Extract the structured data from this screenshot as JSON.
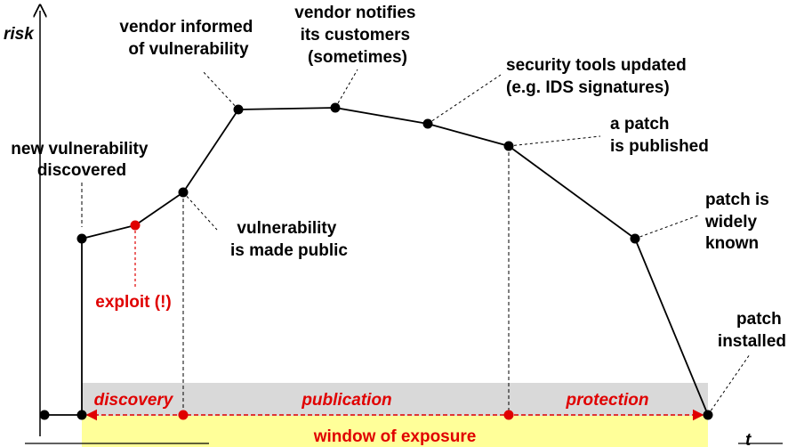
{
  "axes": {
    "y_label": "risk",
    "x_label": "t"
  },
  "labels": {
    "new_vulnerability": [
      "new vulnerability",
      "discovered"
    ],
    "exploit": "exploit (!)",
    "vendor_informed": [
      "vendor informed",
      "of vulnerability"
    ],
    "vendor_notifies": [
      "vendor notifies",
      "its customers",
      "(sometimes)"
    ],
    "security_tools": [
      "security tools updated",
      "(e.g. IDS signatures)"
    ],
    "patch_published": [
      "a patch",
      "is published"
    ],
    "vulnerability_public": [
      "vulnerability",
      "is made public"
    ],
    "patch_known": [
      "patch is",
      "widely",
      "known"
    ],
    "patch_installed": [
      "patch",
      "installed"
    ]
  },
  "phases": {
    "discovery": "discovery",
    "publication": "publication",
    "protection": "protection",
    "window": "window of exposure"
  },
  "colors": {
    "highlight": "#e00000",
    "phase_band": "#d9d9d9",
    "window_band": "#ffff99"
  }
}
